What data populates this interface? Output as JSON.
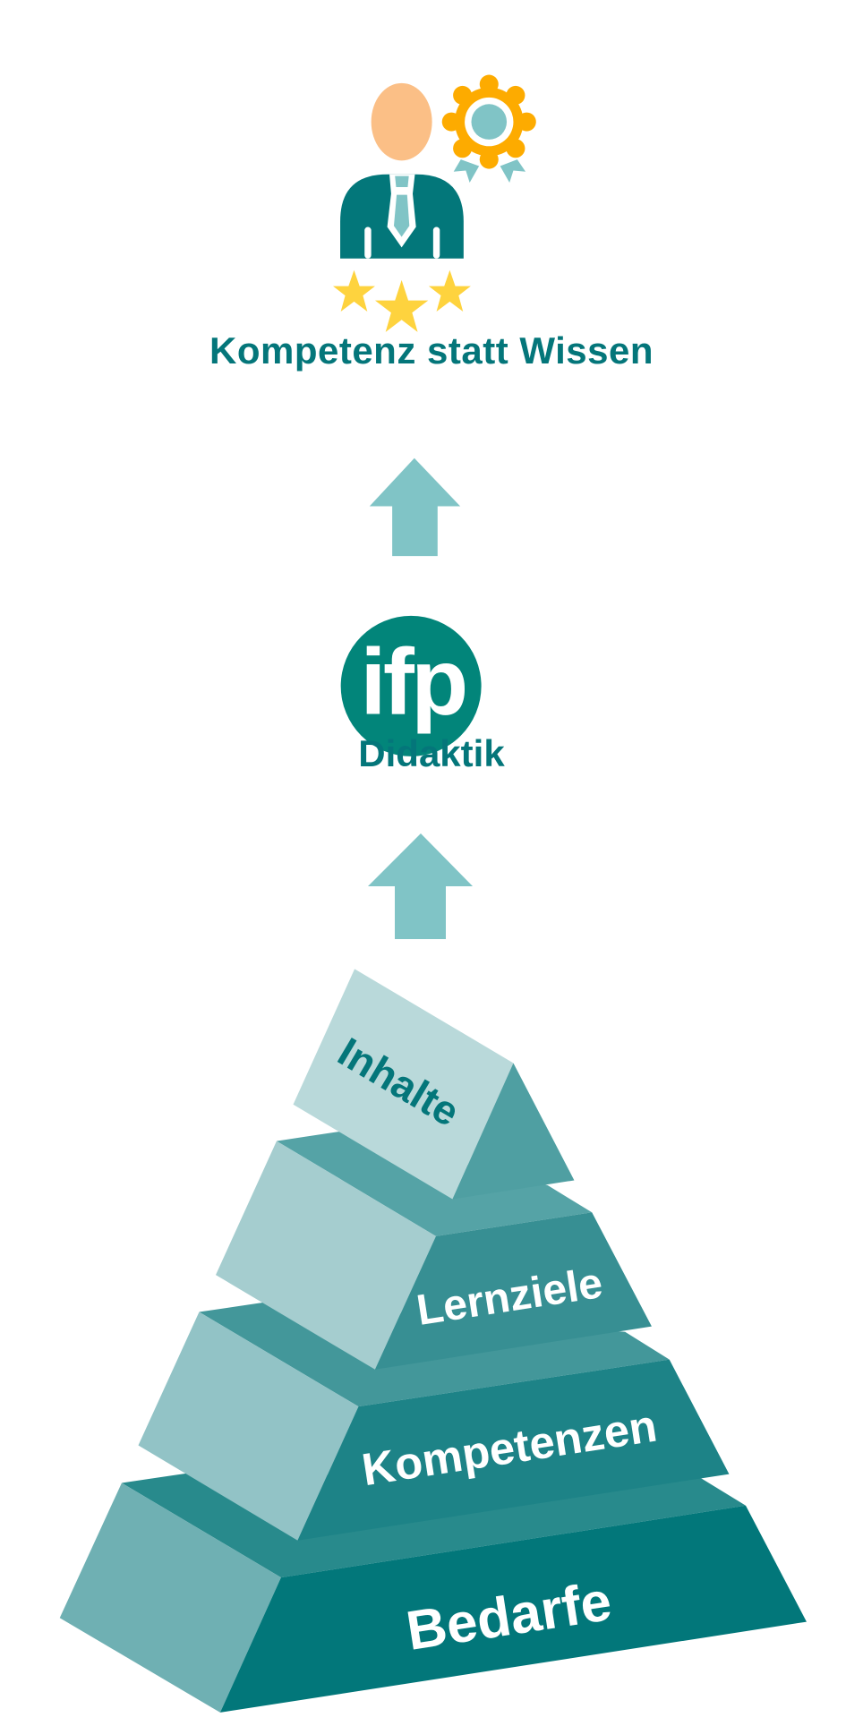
{
  "header": {
    "title": "Kompetenz statt Wissen",
    "icon": "person-with-award-badge-icon",
    "stars": 3
  },
  "logo": {
    "text": "ifp",
    "caption": "Didaktik"
  },
  "pyramid": {
    "levels": [
      {
        "label": "Inhalte"
      },
      {
        "label": "Lernziele"
      },
      {
        "label": "Kompetenzen"
      },
      {
        "label": "Bedarfe"
      }
    ]
  },
  "colors": {
    "primary": "#04767a",
    "logo": "#02857a",
    "arrow": "#80c4c6",
    "badge": "#fdab00",
    "star": "#fed33e",
    "skin": "#fbbf86"
  }
}
